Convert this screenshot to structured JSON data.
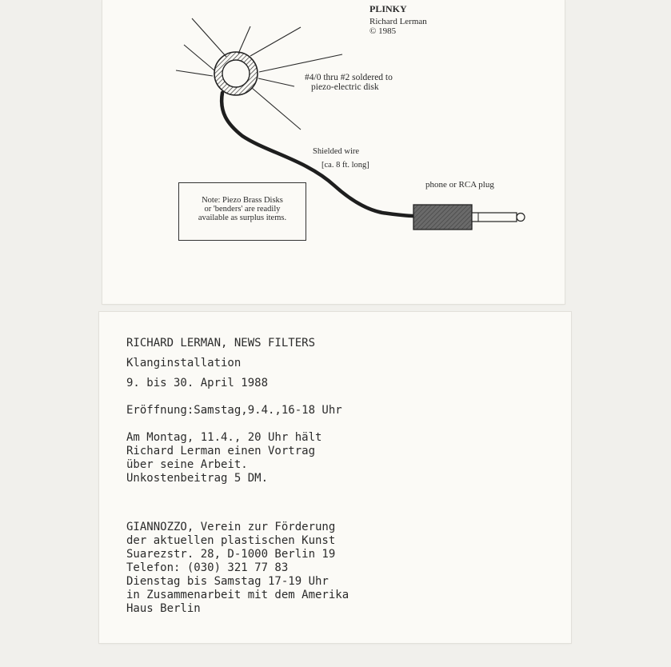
{
  "diagram": {
    "title": "PLINKY",
    "author": "Richard Lerman",
    "copyright": "© 1985",
    "disk_label_1": "#4/0 thru #2  soldered to",
    "disk_label_2": "piezo-electric disk",
    "wire_label_1": "Shielded wire",
    "wire_label_2": "[ca.  8 ft. long]",
    "plug_label": "phone or RCA plug",
    "note_lines": [
      "Note:  Piezo Brass Disks",
      "or 'benders' are readily",
      "available as surplus items."
    ]
  },
  "flyer": {
    "line1": "RICHARD LERMAN, NEWS FILTERS",
    "line2": "Klanginstallation",
    "line3": "9. bis 30. April 1988",
    "line4": "Eröffnung:Samstag,9.4.,16-18 Uhr",
    "para1": [
      "Am Montag, 11.4., 20 Uhr hält",
      "Richard Lerman einen Vortrag",
      "über seine Arbeit.",
      "Unkostenbeitrag 5 DM."
    ],
    "para2": [
      "GIANNOZZO, Verein zur Förderung",
      "der aktuellen plastischen Kunst",
      "Suarezstr. 28, D-1000 Berlin 19",
      "Telefon: (030) 321 77 83",
      "Dienstag bis Samstag 17-19 Uhr",
      "in Zusammenarbeit mit dem Amerika",
      "Haus Berlin"
    ]
  }
}
